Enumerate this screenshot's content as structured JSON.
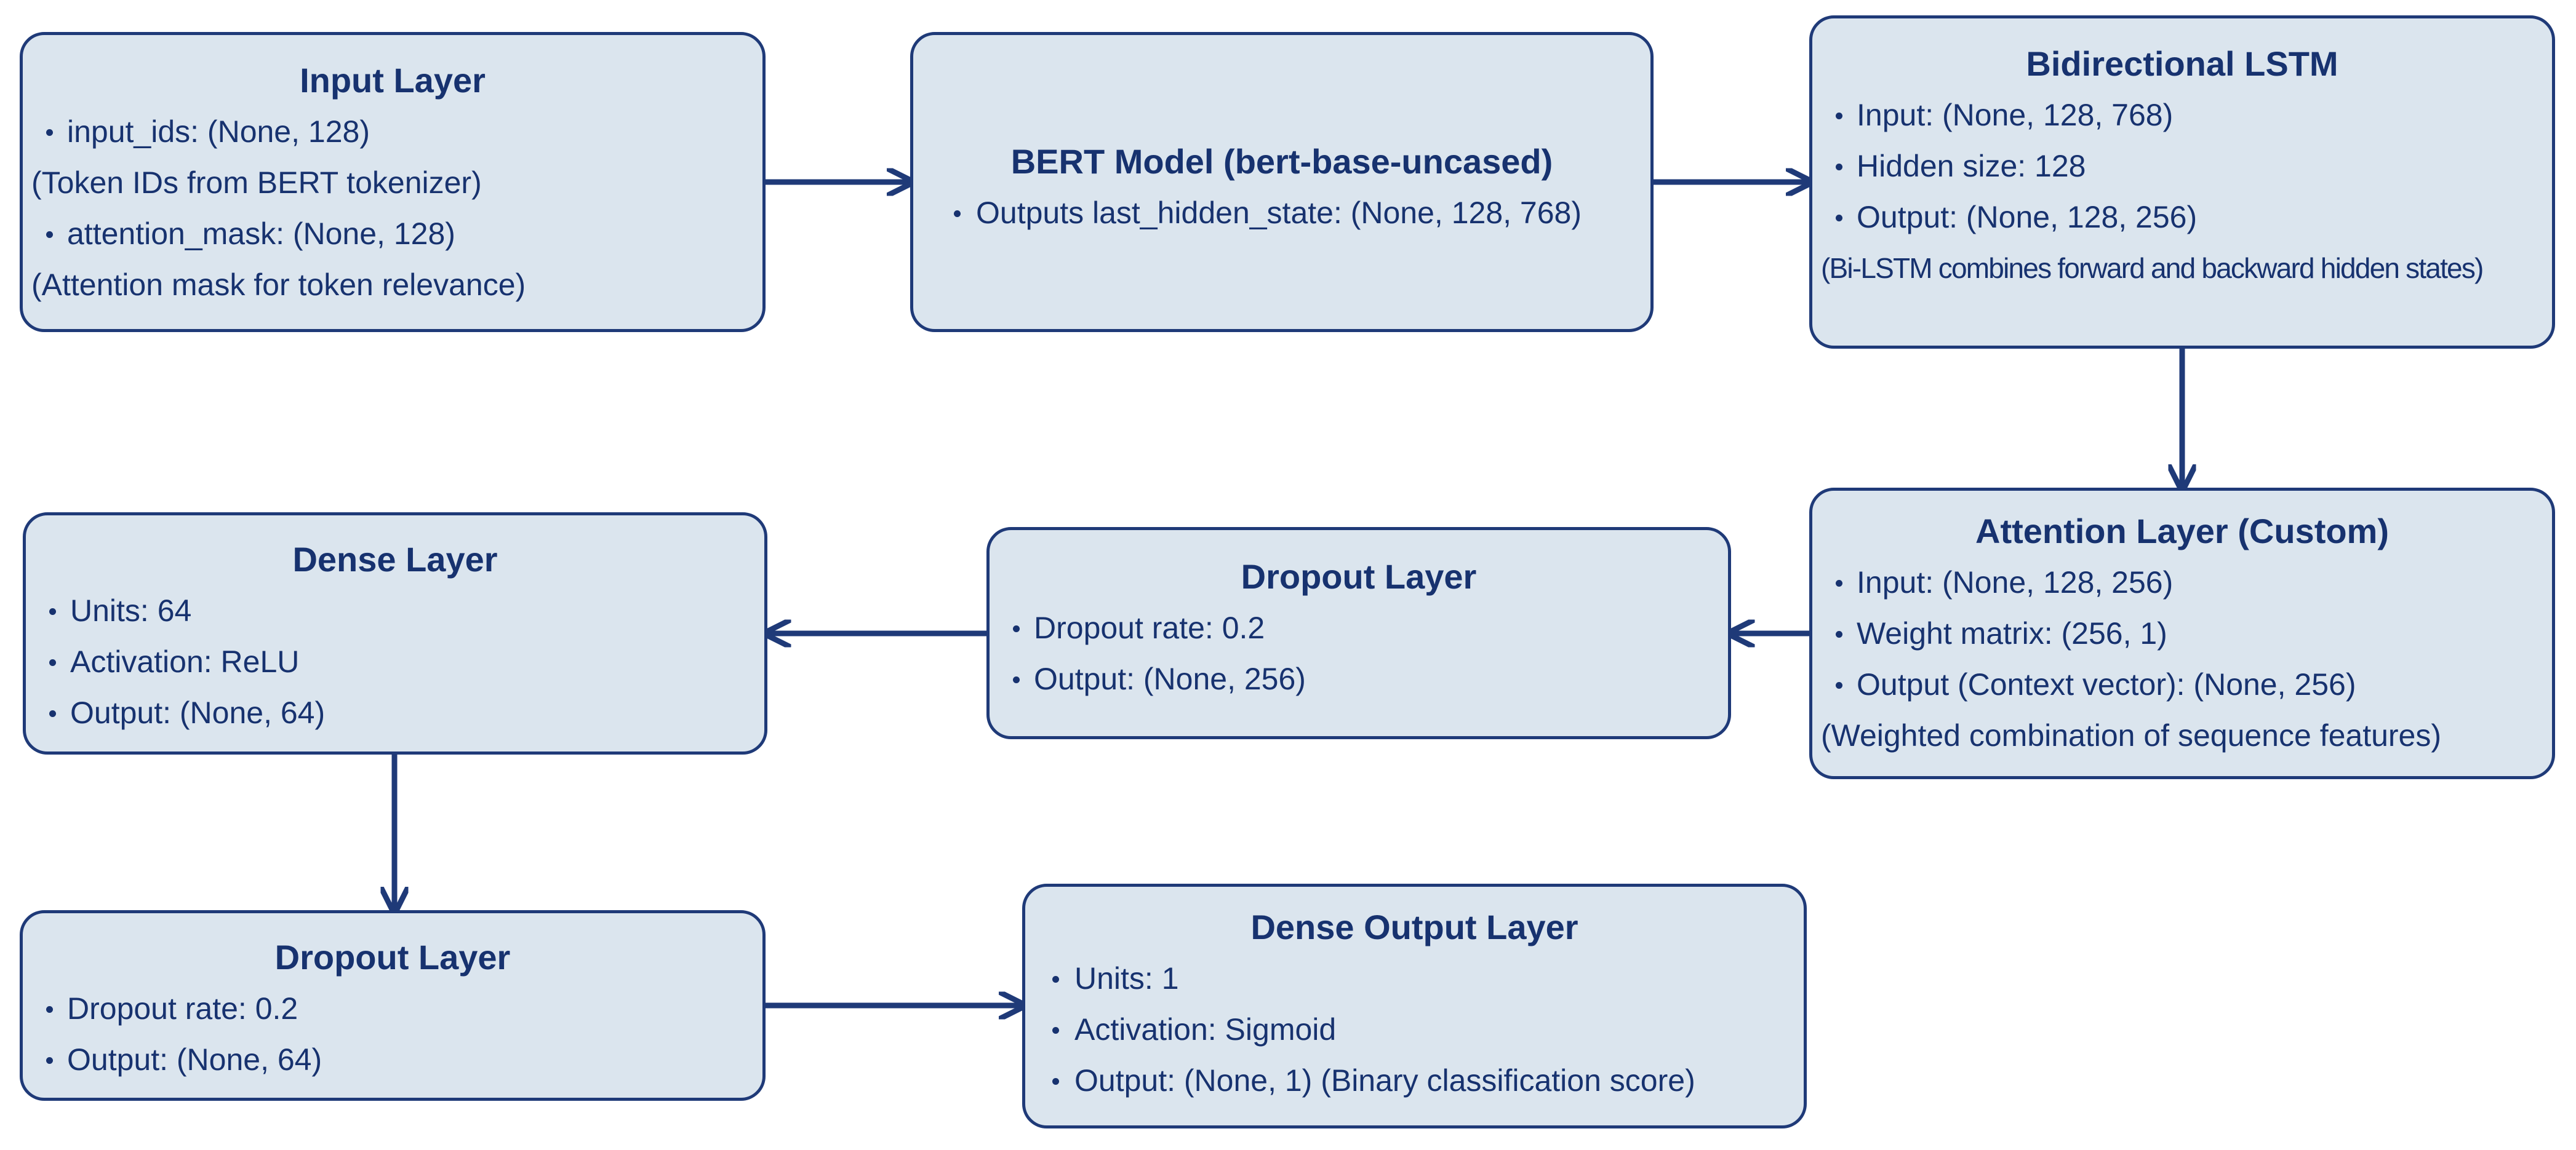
{
  "nodes": {
    "input": {
      "title": "Input Layer",
      "items": [
        {
          "text": "input_ids: (None, 128)",
          "bullet": true
        },
        {
          "text": "(Token IDs from BERT tokenizer)",
          "bullet": false
        },
        {
          "text": "attention_mask: (None, 128)",
          "bullet": true
        },
        {
          "text": "(Attention mask for token relevance)",
          "bullet": false
        }
      ]
    },
    "bert": {
      "title": "BERT Model (bert-base-uncased)",
      "items": [
        {
          "text": "Outputs last_hidden_state: (None, 128, 768)",
          "bullet": true
        }
      ]
    },
    "bilstm": {
      "title": "Bidirectional LSTM",
      "items": [
        {
          "text": "Input: (None, 128, 768)",
          "bullet": true
        },
        {
          "text": "Hidden size: 128",
          "bullet": true
        },
        {
          "text": "Output: (None, 128, 256)",
          "bullet": true
        },
        {
          "text": "(Bi-LSTM combines forward and backward hidden states)",
          "bullet": false
        }
      ]
    },
    "attention": {
      "title": "Attention Layer (Custom)",
      "items": [
        {
          "text": "Input: (None, 128, 256)",
          "bullet": true
        },
        {
          "text": "Weight matrix: (256, 1)",
          "bullet": true
        },
        {
          "text": "Output (Context vector): (None, 256)",
          "bullet": true
        },
        {
          "text": "(Weighted combination of sequence features)",
          "bullet": false
        }
      ]
    },
    "dropout1": {
      "title": "Dropout Layer",
      "items": [
        {
          "text": "Dropout rate: 0.2",
          "bullet": true
        },
        {
          "text": "Output: (None, 256)",
          "bullet": true
        }
      ]
    },
    "dense": {
      "title": "Dense Layer",
      "items": [
        {
          "text": "Units: 64",
          "bullet": true
        },
        {
          "text": "Activation: ReLU",
          "bullet": true
        },
        {
          "text": "Output: (None, 64)",
          "bullet": true
        }
      ]
    },
    "dropout2": {
      "title": "Dropout Layer",
      "items": [
        {
          "text": "Dropout rate: 0.2",
          "bullet": true
        },
        {
          "text": "Output: (None, 64)",
          "bullet": true
        }
      ]
    },
    "output": {
      "title": "Dense Output Layer",
      "items": [
        {
          "text": "Units: 1",
          "bullet": true
        },
        {
          "text": "Activation: Sigmoid",
          "bullet": true
        },
        {
          "text": "Output: (None, 1) (Binary classification score)",
          "bullet": true
        }
      ]
    }
  },
  "edges": [
    {
      "from": "input",
      "to": "bert"
    },
    {
      "from": "bert",
      "to": "bilstm"
    },
    {
      "from": "bilstm",
      "to": "attention"
    },
    {
      "from": "attention",
      "to": "dropout1"
    },
    {
      "from": "dropout1",
      "to": "dense"
    },
    {
      "from": "dense",
      "to": "dropout2"
    },
    {
      "from": "dropout2",
      "to": "output"
    }
  ],
  "colors": {
    "box_fill": "#dbe5ee",
    "box_border": "#1f3a78",
    "text": "#17326f",
    "arrow": "#1f3a78"
  }
}
